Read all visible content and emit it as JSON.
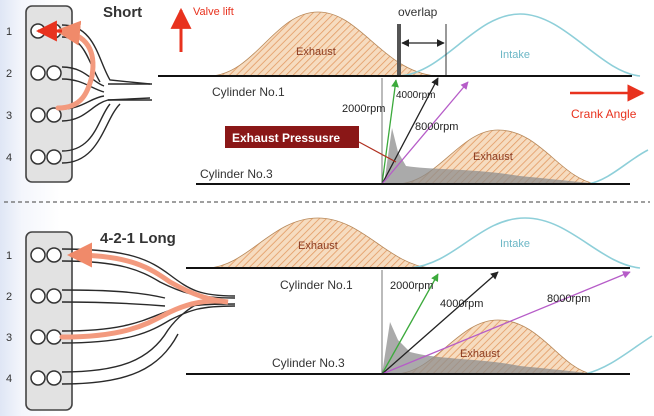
{
  "top": {
    "header": "Short",
    "valve_lift": "Valve lift",
    "overlap": "overlap",
    "exhaust_cam": "Exhaust",
    "intake_cam": "Intake",
    "cylinder1": "Cylinder No.1",
    "cylinder3": "Cylinder No.3",
    "crank_angle": "Crank Angle",
    "rpm_2000": "2000rpm",
    "rpm_4000": "4000rpm",
    "rpm_8000": "8000rpm",
    "exhaust_pressure": "Exhaust Pressusre",
    "exhaust_cyl3": "Exhaust",
    "cyl_numbers": [
      "1",
      "2",
      "3",
      "4"
    ]
  },
  "bottom": {
    "header": "4-2-1 Long",
    "exhaust_cam": "Exhaust",
    "intake_cam": "Intake",
    "cylinder1": "Cylinder No.1",
    "cylinder3": "Cylinder No.3",
    "rpm_2000": "2000rpm",
    "rpm_4000": "4000rpm",
    "rpm_8000": "8000rpm",
    "exhaust_cyl3": "Exhaust",
    "cyl_numbers": [
      "1",
      "2",
      "3",
      "4"
    ]
  },
  "colors": {
    "exhaust_fill": "#f4d6b4",
    "exhaust_hatch": "#e0925a",
    "intake_line": "#8ecfd9",
    "red_accent": "#e8321e",
    "pressure_box": "#8a1717",
    "green": "#3caa3c",
    "purple": "#b65cc8",
    "flow": "#f39a7e"
  }
}
